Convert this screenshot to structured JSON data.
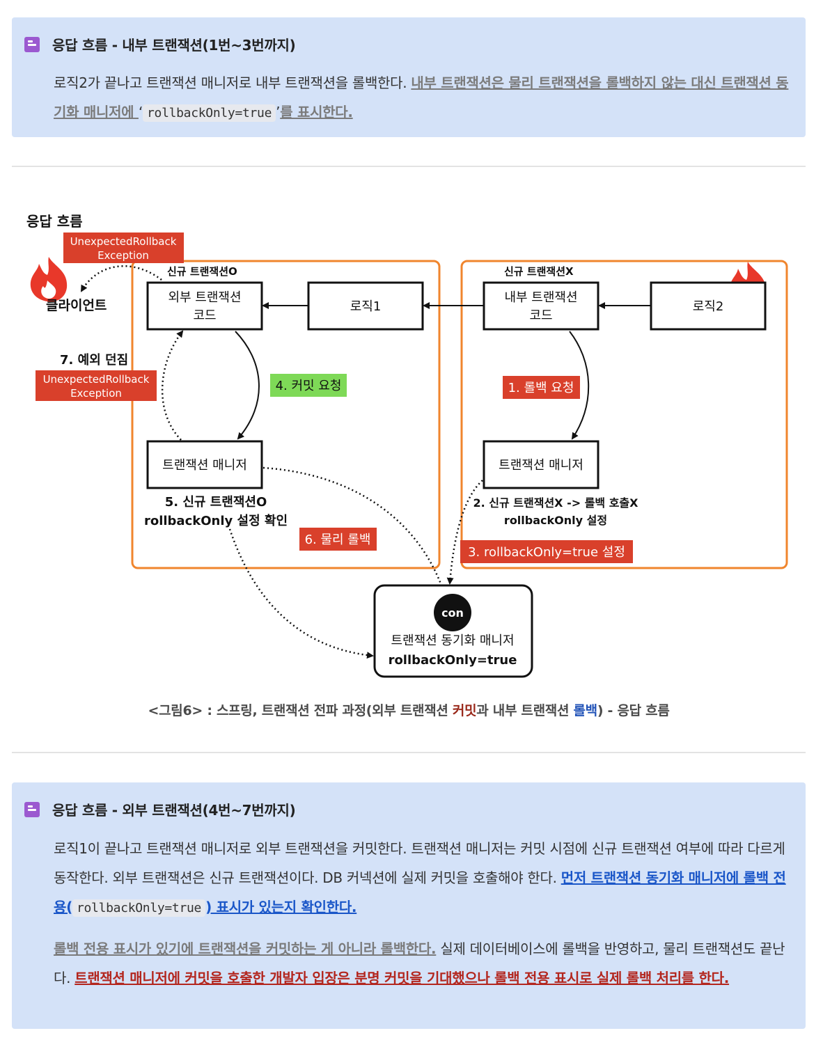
{
  "callout1": {
    "icon": "note-icon",
    "title": "응답 흐름 - 내부 트랜잭션(1번~3번까지)",
    "text_plain": "로직2가 끝나고 트랜잭션 매니저로 내부 트랜잭션을 롤백한다. ",
    "text_underline_a": "내부 트랜잭션은 물리 트랜잭션을 롤백하지 않는 대신 트랜잭션 동기화 매니저에 ",
    "code_quote_open": "‘",
    "code": "rollbackOnly=true",
    "code_quote_close": "’",
    "text_underline_b": "를 표시한다."
  },
  "figure": {
    "heading": "응답 흐름",
    "client_label": "클라이언트",
    "exception_top": [
      "UnexpectedRollback",
      "Exception"
    ],
    "exception_mid": [
      "UnexpectedRollback",
      "Exception"
    ],
    "step7": "7. 예외 던짐",
    "outer_tx_tag": "신규 트랜잭션O",
    "inner_tx_tag": "신규 트랜잭션X",
    "outer_code": [
      "외부 트랜잭션",
      "코드"
    ],
    "logic1": "로직1",
    "inner_code": [
      "내부 트랜잭션",
      "코드"
    ],
    "logic2": "로직2",
    "step4": "4. 커밋 요청",
    "step1": "1. 롤백 요청",
    "tm_outer": "트랜잭션 매니저",
    "tm_inner": "트랜잭션 매니저",
    "step5": [
      "5. 신규 트랜잭션O",
      "rollbackOnly 설정 확인"
    ],
    "step2": [
      "2. 신규 트랜잭션X -> 롤백 호출X",
      "rollbackOnly 설정"
    ],
    "step6": "6. 물리 롤백",
    "step3": "3. rollbackOnly=true 설정",
    "con": "con",
    "sync_manager": [
      "트랜잭션 동기화 매니저",
      "rollbackOnly=true"
    ],
    "colors": {
      "orange": "#f0852d",
      "red": "#d9402b",
      "green": "#7ed957",
      "black": "#111111"
    }
  },
  "caption": {
    "prefix": "<그림6> : 스프링, 트랜잭션 전파 과정(외부 트랜잭션 ",
    "commit": "커밋",
    "middle": "과 내부 트랜잭션 ",
    "rollback": "롤백",
    "suffix": ") - 응답 흐름"
  },
  "callout2": {
    "icon": "note-icon",
    "title": "응답 흐름 - 외부 트랜잭션(4번~7번까지)",
    "p1_plain": "로직1이 끝나고 트랜잭션 매니저로 외부 트랜잭션을 커밋한다. 트랜잭션 매니저는 커밋 시점에 신규 트랜잭션 여부에 따라 다르게 동작한다. 외부 트랜잭션은 신규 트랜잭션이다. DB 커넥션에 실제 커밋을 호출해야 한다. ",
    "p1_blue_a": "먼저 트랜잭션 동기화 매니저에 롤백 전용(",
    "p1_code": "rollbackOnly=true",
    "p1_blue_b": ") 표시가 있는지 확인한다.",
    "p2_gray": "롤백 전용 표시가 있기에 트랜잭션을 커밋하는 게 아니라 롤백한다.",
    "p2_plain": " 실제 데이터베이스에 롤백을 반영하고, 물리 트랜잭션도 끝난다. ",
    "p2_red": "트랜잭션 매니저에 커밋을 호출한 개발자 입장은 분명 커밋을 기대했으나 롤백 전용 표시로 실제 롤백 처리를 한다."
  }
}
